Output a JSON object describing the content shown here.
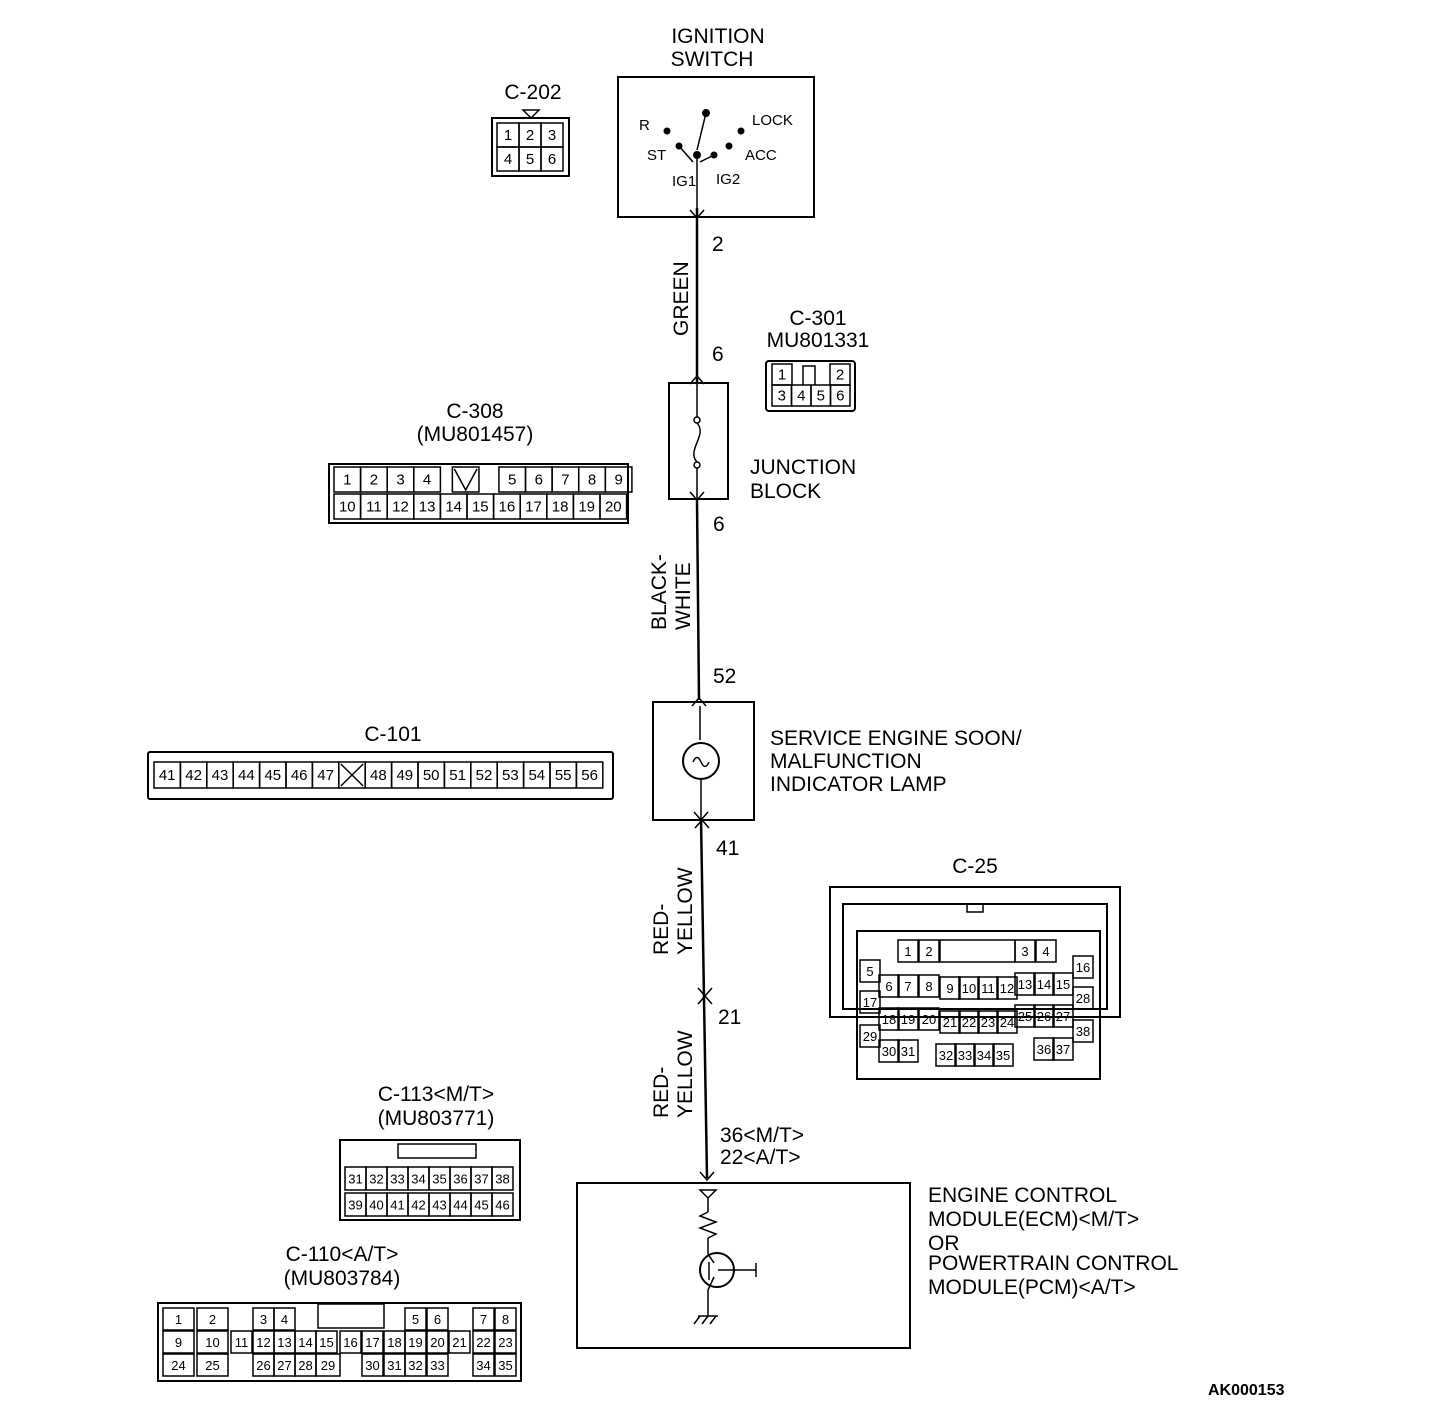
{
  "components": {
    "ignition_switch": {
      "title_line1": "IGNITION",
      "title_line2": "SWITCH",
      "positions": [
        "R",
        "LOCK",
        "ST",
        "ACC",
        "IG1",
        "IG2"
      ]
    },
    "junction_block": {
      "line1": "JUNCTION",
      "line2": "BLOCK"
    },
    "lamp": {
      "line1": "SERVICE ENGINE SOON/",
      "line2": "MALFUNCTION",
      "line3": "INDICATOR LAMP"
    },
    "module": {
      "line1": "ENGINE CONTROL",
      "line2": "MODULE(ECM)<M/T>",
      "line3": "OR",
      "line4": "POWERTRAIN CONTROL",
      "line5": "MODULE(PCM)<A/T>"
    }
  },
  "wires": {
    "seg1": {
      "color_line1": "GREEN",
      "color_line2": "",
      "top_pin": "2",
      "bottom_pin": "6"
    },
    "seg2": {
      "color_line1": "BLACK-",
      "color_line2": "WHITE",
      "top_pin": "6",
      "bottom_pin": "52"
    },
    "seg3": {
      "color_line1": "RED-",
      "color_line2": "YELLOW",
      "top_pin": "41",
      "bottom_pin": "21"
    },
    "seg4": {
      "color_line1": "RED-",
      "color_line2": "YELLOW",
      "bottom_pin_line1": "36<M/T>",
      "bottom_pin_line2": "22<A/T>"
    }
  },
  "connectors": {
    "c202": {
      "label": "C-202",
      "rows": [
        [
          "1",
          "2",
          "3"
        ],
        [
          "4",
          "5",
          "6"
        ]
      ]
    },
    "c301": {
      "label": "C-301",
      "part": "MU801331",
      "rows": [
        [
          "1",
          "",
          "2"
        ],
        [
          "3",
          "4",
          "5",
          "6"
        ]
      ]
    },
    "c308": {
      "label": "C-308",
      "part": "(MU801457)",
      "row1": [
        "1",
        "2",
        "3",
        "4",
        "",
        "5",
        "6",
        "7",
        "8",
        "9"
      ],
      "row2": [
        "10",
        "11",
        "12",
        "13",
        "14",
        "15",
        "16",
        "17",
        "18",
        "19",
        "20"
      ]
    },
    "c101": {
      "label": "C-101",
      "row": [
        "41",
        "42",
        "43",
        "44",
        "45",
        "46",
        "47",
        "",
        "48",
        "49",
        "50",
        "51",
        "52",
        "53",
        "54",
        "55",
        "56"
      ]
    },
    "c25": {
      "label": "C-25",
      "pins": [
        "1",
        "2",
        "3",
        "4",
        "5",
        "6",
        "7",
        "8",
        "9",
        "10",
        "11",
        "12",
        "13",
        "14",
        "15",
        "16",
        "17",
        "18",
        "19",
        "20",
        "21",
        "22",
        "23",
        "24",
        "25",
        "26",
        "27",
        "28",
        "29",
        "30",
        "31",
        "32",
        "33",
        "34",
        "35",
        "36",
        "37",
        "38"
      ]
    },
    "c113": {
      "label": "C-113<M/T>",
      "part": "(MU803771)",
      "row1": [
        "31",
        "32",
        "33",
        "34",
        "35",
        "36",
        "37",
        "38"
      ],
      "row2": [
        "39",
        "40",
        "41",
        "42",
        "43",
        "44",
        "45",
        "46"
      ]
    },
    "c110": {
      "label": "C-110<A/T>",
      "part": "(MU803784)",
      "pins": [
        "1",
        "2",
        "3",
        "4",
        "5",
        "6",
        "7",
        "8",
        "9",
        "10",
        "11",
        "12",
        "13",
        "14",
        "15",
        "16",
        "17",
        "18",
        "19",
        "20",
        "21",
        "22",
        "23",
        "24",
        "25",
        "26",
        "27",
        "28",
        "29",
        "30",
        "31",
        "32",
        "33",
        "34",
        "35"
      ]
    }
  },
  "figure_id": "AK000153"
}
